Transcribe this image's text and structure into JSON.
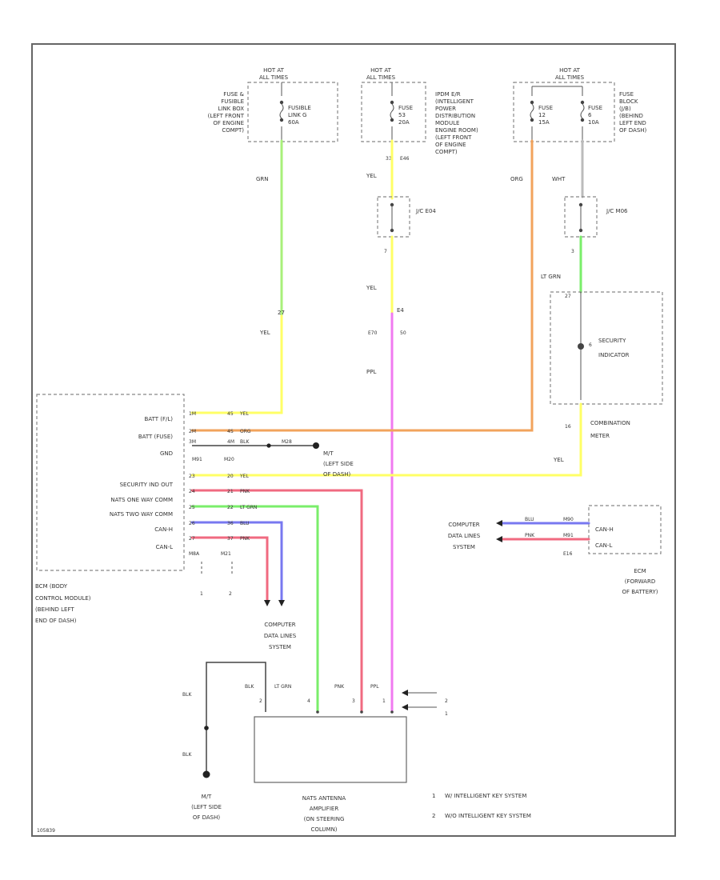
{
  "colors": {
    "yel": "#ffff66",
    "orn": "#f2a35c",
    "grn": "#a8f07a",
    "ltgrn": "#7aee6a",
    "ppl": "#f07af0",
    "pnk": "#f06a80",
    "blu": "#7878f0",
    "blk": "#444444",
    "wht": "#bbbbbb"
  },
  "fuse1": {
    "hot": [
      "HOT AT",
      "ALL TIMES"
    ],
    "name": [
      "FUSIBLE",
      "LINK G",
      "60A"
    ],
    "loc": [
      "FUSE &",
      "FUSIBLE",
      "LINK BOX",
      "(LEFT FRONT",
      "OF ENGINE",
      "COMPT)"
    ],
    "wire": "GRN",
    "pin": "27",
    "wire2": "YEL"
  },
  "fuse2": {
    "hot": [
      "HOT AT",
      "ALL TIMES"
    ],
    "name": [
      "FUSE",
      "53",
      "20A"
    ],
    "loc": [
      "IPDM E/R",
      "(INTELLIGENT",
      "POWER",
      "DISTRIBUTION",
      "MODULE",
      "ENGINE ROOM)",
      "(LEFT FRONT",
      "OF ENGINE",
      "COMPT)"
    ],
    "pins": [
      "33",
      "E46"
    ],
    "wire": "YEL",
    "jc": "J/C E04",
    "jcpin": "7",
    "wire2": "YEL",
    "conn": "E4",
    "pins2": [
      "E70",
      "50"
    ],
    "wire3": "PPL"
  },
  "fuse3": {
    "hot": [
      "HOT AT",
      "ALL TIMES"
    ],
    "name1": [
      "FUSE",
      "12",
      "15A"
    ],
    "name2": [
      "FUSE",
      "6",
      "10A"
    ],
    "loc": [
      "FUSE",
      "BLOCK",
      "(J/B)",
      "(BEHIND",
      "LEFT END",
      "OF DASH)"
    ],
    "wire_orn": "ORG",
    "wire_wht": "WHT",
    "jc": "J/C M06",
    "jcpin": "3",
    "wire_ltgrn": "LT GRN"
  },
  "meter": {
    "pin": "27",
    "lamp": [
      "SECURITY",
      "INDICATOR"
    ],
    "lamppin": "6",
    "outpin": "16",
    "label": [
      "COMBINATION",
      "METER"
    ],
    "wire": "YEL"
  },
  "bcm": {
    "label": [
      "BCM (BODY",
      "CONTROL MODULE)",
      "(BEHIND LEFT",
      "END OF DASH)"
    ],
    "pins": [
      {
        "name": "BATT (F/L)",
        "pin": "1M",
        "conn": "45",
        "wire": "YEL"
      },
      {
        "name": "BATT (FUSE)",
        "pin": "2M",
        "conn": "4S",
        "wire": "ORG"
      },
      {
        "name": "GND",
        "pin": "3M",
        "conn": "4M",
        "wire": "BLK"
      },
      {
        "name": "SECURITY IND OUT",
        "pin": "23",
        "conn": "20",
        "wire": "YEL"
      },
      {
        "name": "NATS ONE WAY COMM",
        "pin": "24",
        "conn": "21",
        "wire": "PNK"
      },
      {
        "name": "NATS TWO WAY COMM",
        "pin": "25",
        "conn": "22",
        "wire": "LT GRN"
      },
      {
        "name": "CAN-H",
        "pin": "26",
        "conn": "36",
        "wire": "BLU"
      },
      {
        "name": "CAN-L",
        "pin": "27",
        "conn": "37",
        "wire": "PNK"
      }
    ],
    "gndconn": [
      "M91",
      "M20"
    ],
    "bottom": [
      "M8A",
      "M21"
    ],
    "notes": [
      "1",
      "2"
    ],
    "splice": "M28"
  },
  "ground1": {
    "label": [
      "M/T",
      "(LEFT SIDE",
      "OF DASH)"
    ]
  },
  "cdl1": {
    "label": [
      "COMPUTER",
      "DATA LINES",
      "SYSTEM"
    ]
  },
  "cdl2": {
    "label": [
      "COMPUTER",
      "DATA LINES",
      "SYSTEM"
    ],
    "wires": [
      "BLU",
      "PNK"
    ],
    "pins": [
      "M90",
      "M91"
    ]
  },
  "ecm": {
    "box": [
      "CAN-H",
      "CAN-L"
    ],
    "conn": "E16",
    "label": [
      "ECM",
      "(FORWARD",
      "OF BATTERY)"
    ]
  },
  "nats": {
    "wires": [
      "BLK",
      "LT GRN",
      "PNK",
      "PPL"
    ],
    "pins": [
      "2",
      "4",
      "3",
      "1"
    ],
    "label": [
      "NATS ANTENNA",
      "AMPLIFIER",
      "(ON STEERING",
      "COLUMN)"
    ],
    "gndwire": "BLK",
    "gndwire2": "BLK",
    "ground": [
      "M/T",
      "(LEFT SIDE",
      "OF DASH)"
    ],
    "arrows": [
      "2",
      "1"
    ]
  },
  "legend": [
    {
      "num": "1",
      "text": "W/ INTELLIGENT KEY SYSTEM"
    },
    {
      "num": "2",
      "text": "W/O INTELLIGENT KEY SYSTEM"
    }
  ],
  "code": "105839"
}
